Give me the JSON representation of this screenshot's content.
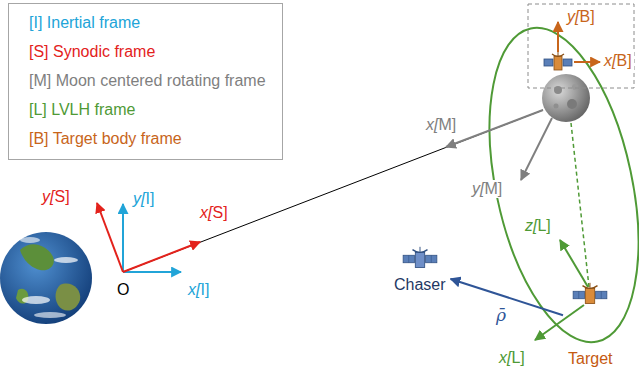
{
  "diagram": {
    "nodes": [
      {
        "text": [
          "Chaser"
        ]
      },
      {
        "text": [
          "Target"
        ]
      }
    ],
    "edges": [
      {
        "from": 1,
        "to": 0,
        "arrow": "to",
        "label": "ρ̄"
      }
    ],
    "labels": [
      "y[B]",
      "x[B]",
      "y[S]",
      "y[I]",
      "x[S]",
      "O",
      "x[I]",
      "x[M]",
      "y[M]",
      "z[L]",
      "x[L]"
    ],
    "legend": [
      {
        "text": "[I] Inertial frame",
        "color": "#21a4d8"
      },
      {
        "text": "[S] Synodic frame",
        "color": "#e3221c"
      },
      {
        "text": "[M] Moon centered rotating frame",
        "color": "#7f7f7f"
      },
      {
        "text": "[L] LVLH frame",
        "color": "#4f9a36"
      },
      {
        "text": "[B] Target body frame",
        "color": "#c8651b"
      }
    ]
  }
}
